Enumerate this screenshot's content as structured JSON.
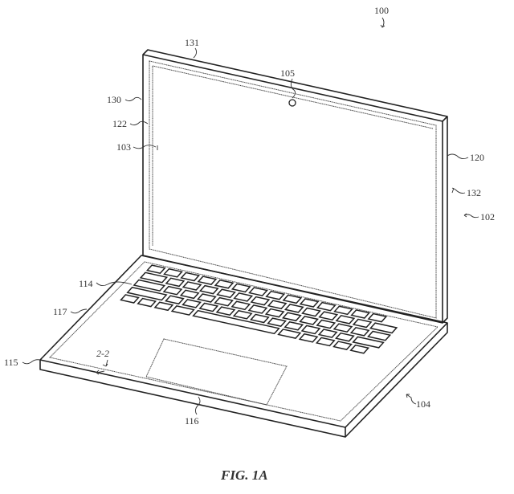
{
  "figure": {
    "caption": "FIG. 1A",
    "reference_numerals": {
      "device": "100",
      "display_portion": "102",
      "base_portion": "104",
      "display": "103",
      "camera": "105",
      "keyboard": "114",
      "base_edge": "115",
      "trackpad_region": "116",
      "base_bezel": "117",
      "display_housing": "120",
      "display_bezel": "122",
      "housing_left_side": "130",
      "housing_top": "131",
      "housing_right_side": "132",
      "section_line": "2-2"
    }
  },
  "colors": {
    "line": "#222222",
    "background": "#ffffff"
  }
}
